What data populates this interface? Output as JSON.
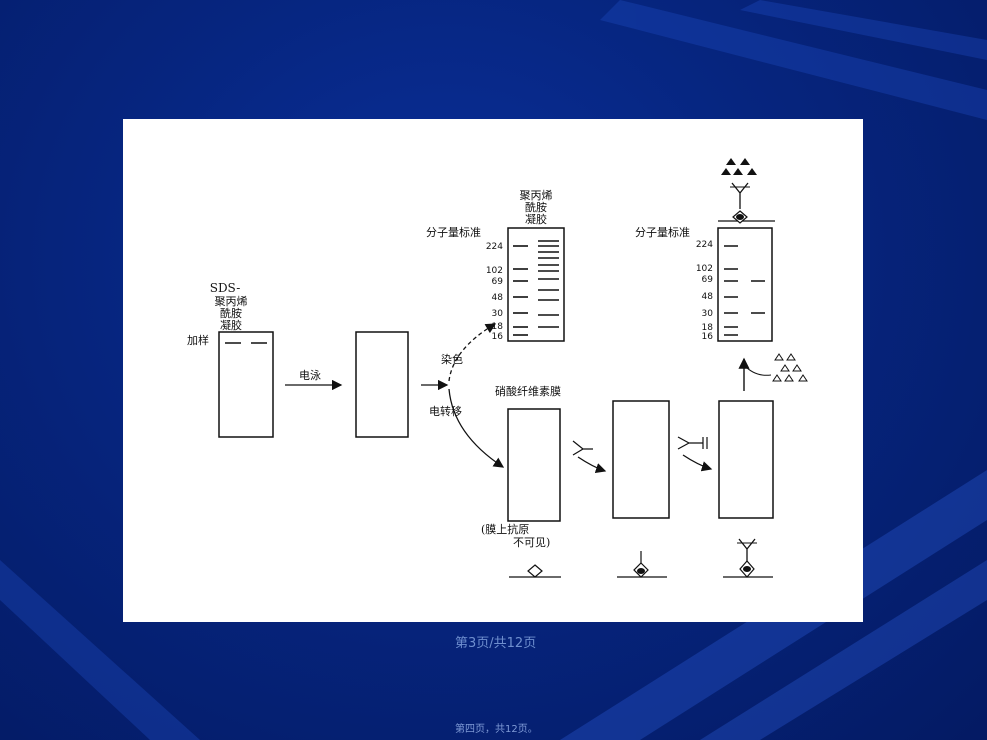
{
  "slide": {
    "background": "#06257f",
    "page_label": "第3页/共12页",
    "footer_label": "第四页，共12页。"
  },
  "figure": {
    "gel1": {
      "label_line1": "SDS-",
      "label_line2": "聚丙烯",
      "label_line3": "酰胺",
      "label_line4": "凝胶",
      "sample_label": "加样"
    },
    "step_electrophoresis": "电泳",
    "step_stain": "染色",
    "step_transfer": "电转移",
    "stained_gel": {
      "label_line1": "聚丙烯",
      "label_line2": "酰胺",
      "label_line3": "凝胶"
    },
    "marker_label": "分子量标准",
    "marker_values": [
      "224",
      "102",
      "69",
      "48",
      "30",
      "18",
      "16"
    ],
    "membrane_label": "硝酸纤维素膜",
    "note_line1": "(膜上抗原",
    "note_line2": "不可见)"
  }
}
